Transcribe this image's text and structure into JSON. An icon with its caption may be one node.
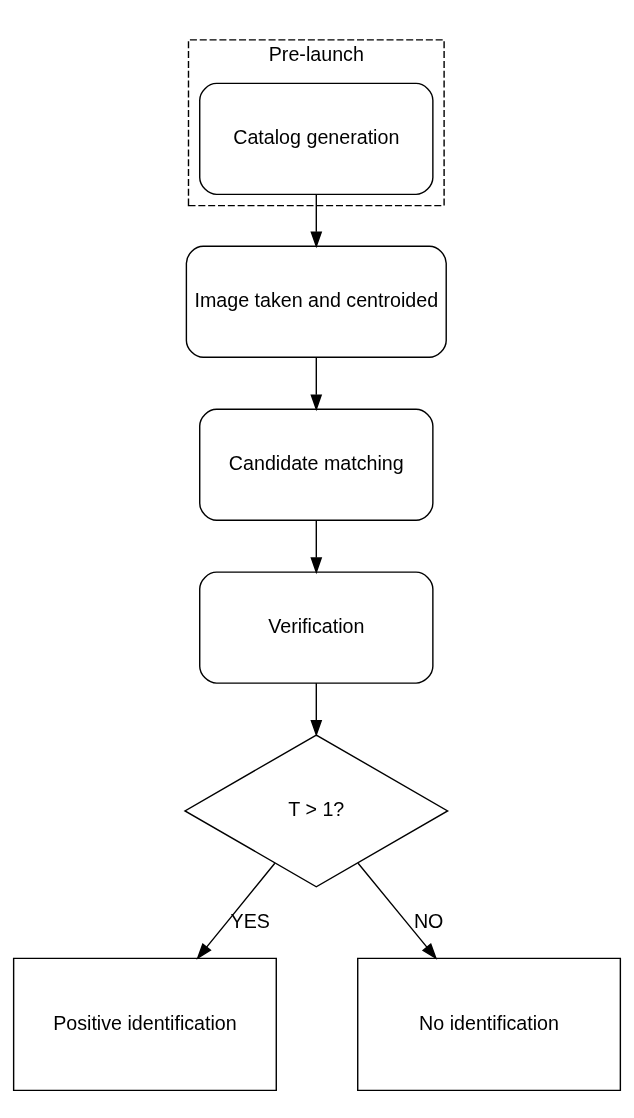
{
  "diagram": {
    "nodes": [
      {
        "text": [
          "Pre-launch"
        ]
      },
      {
        "text": [
          "Catalog generation"
        ],
        "in": 0
      },
      {
        "text": [
          "Image taken and centroided"
        ]
      },
      {
        "text": [
          "Candidate matching"
        ]
      },
      {
        "text": [
          "Verification"
        ]
      },
      {
        "text": [
          "T > 1?"
        ]
      },
      {
        "text": [
          "Positive identification"
        ]
      },
      {
        "text": [
          "No identification"
        ]
      }
    ],
    "edges": [
      {
        "from": 1,
        "to": 2,
        "arrow": "to"
      },
      {
        "from": 2,
        "to": 3,
        "arrow": "to"
      },
      {
        "from": 3,
        "to": 4,
        "arrow": "to"
      },
      {
        "from": 4,
        "to": 5,
        "arrow": "to"
      },
      {
        "from": 5,
        "to": 6,
        "arrow": "to",
        "label": "YES"
      },
      {
        "from": 5,
        "to": 7,
        "arrow": "to",
        "label": "NO"
      }
    ]
  }
}
